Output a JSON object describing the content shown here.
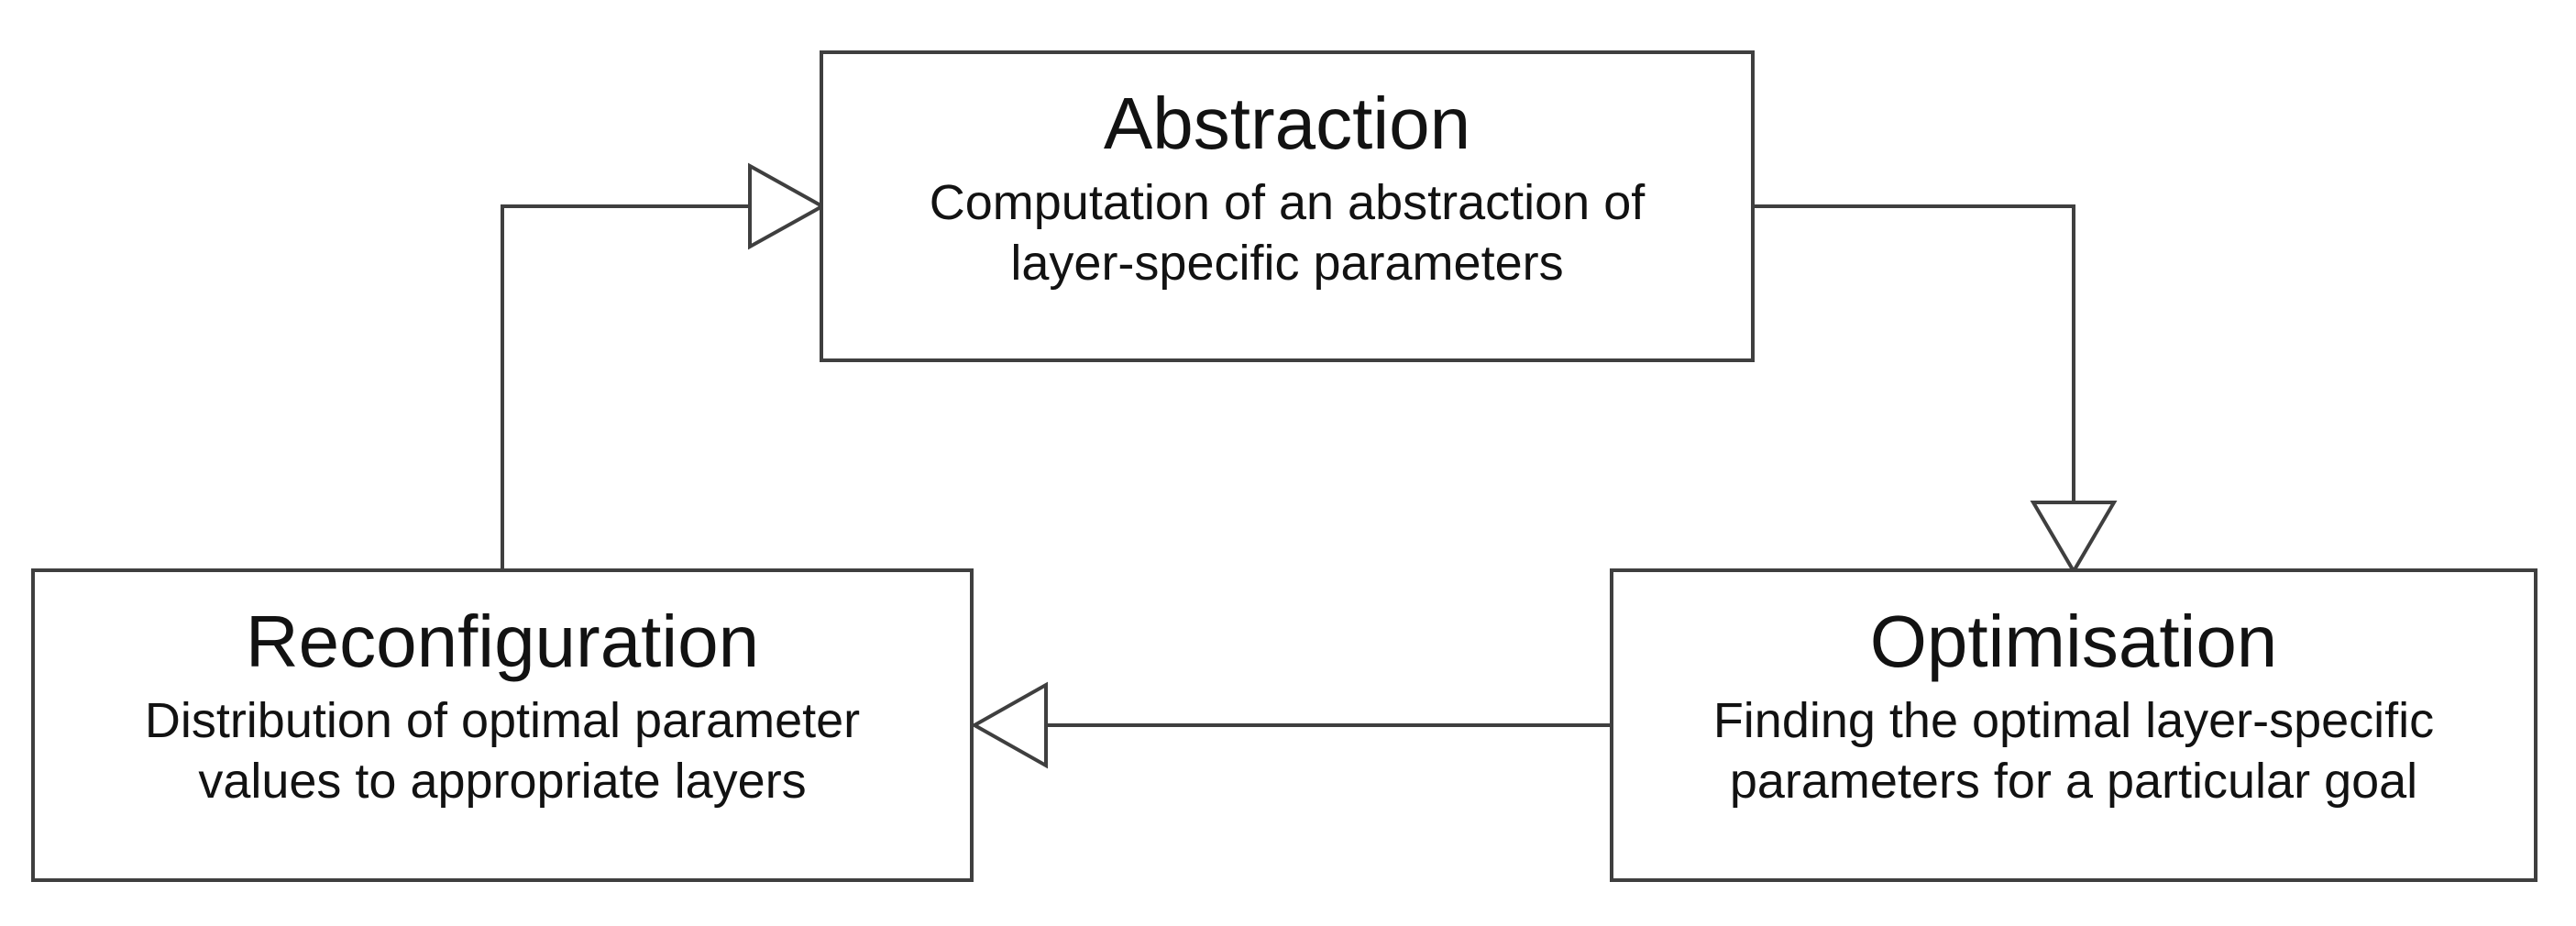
{
  "diagram": {
    "background_color": "#ffffff",
    "line_color": "#3f3f3f",
    "text_color": "#121212",
    "nodes": {
      "abstraction": {
        "title": "Abstraction",
        "description_lines": [
          "Computation of an abstraction of",
          "layer-specific parameters"
        ]
      },
      "reconfiguration": {
        "title": "Reconfiguration",
        "description_lines": [
          "Distribution of optimal parameter",
          "values to appropriate layers"
        ]
      },
      "optimisation": {
        "title": "Optimisation",
        "description_lines": [
          "Finding the optimal layer-specific",
          "parameters for a particular goal"
        ]
      }
    },
    "edges": [
      {
        "from": "Reconfiguration",
        "to": "Abstraction"
      },
      {
        "from": "Abstraction",
        "to": "Optimisation"
      },
      {
        "from": "Optimisation",
        "to": "Reconfiguration"
      }
    ]
  }
}
